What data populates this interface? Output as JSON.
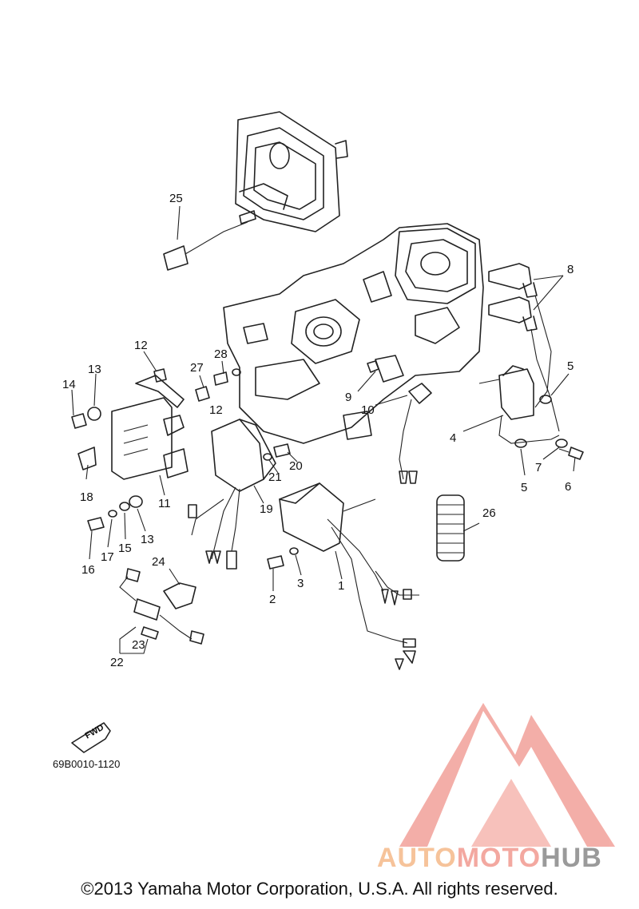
{
  "diagram": {
    "callouts": [
      "1",
      "2",
      "3",
      "4",
      "5",
      "5",
      "6",
      "7",
      "8",
      "9",
      "10",
      "11",
      "12",
      "12",
      "13",
      "13",
      "14",
      "15",
      "16",
      "17",
      "18",
      "19",
      "20",
      "21",
      "22",
      "23",
      "24",
      "25",
      "26",
      "27",
      "28"
    ],
    "direction_label": "FWD",
    "part_code": "69B0010-1120"
  },
  "brand": {
    "part1": "AUTO",
    "part2": "MOTO",
    "part3": "HUB",
    "colors": {
      "auto": "#f6c39a",
      "moto": "#f3a8a0",
      "hub": "#9a9a9a",
      "logo": "#f08c88"
    }
  },
  "copyright": "©2013 Yamaha Motor Corporation, U.S.A. All rights reserved."
}
